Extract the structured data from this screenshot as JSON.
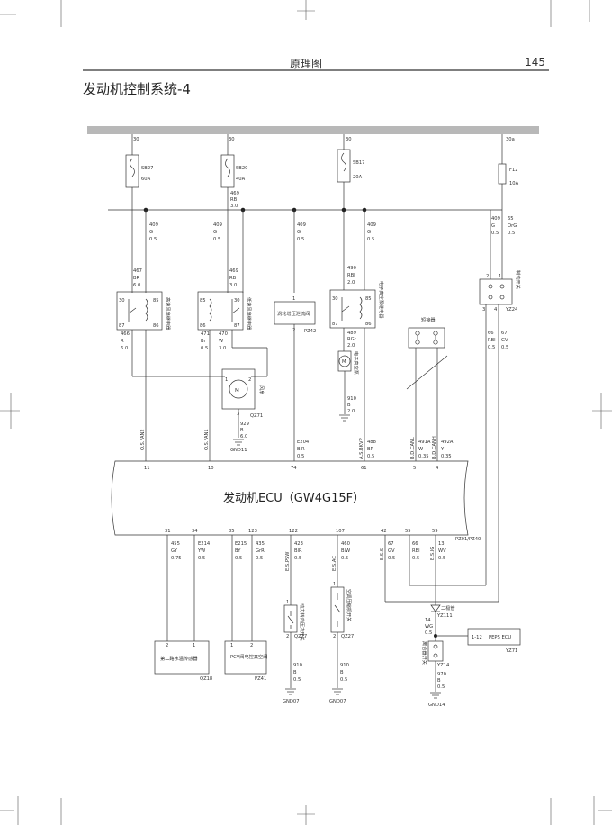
{
  "header": {
    "title": "原理图",
    "page": "145"
  },
  "section_title": "发动机控制系统-4",
  "ecu_label": "发动机ECU（GW4G15F）",
  "power_labels": {
    "p1": "30",
    "p2": "30",
    "p3": "30",
    "p4": "30a"
  },
  "fuses": [
    {
      "name": "SB27",
      "rating": "60A"
    },
    {
      "name": "SB20",
      "rating": "40A"
    },
    {
      "name": "SB17",
      "rating": "20A"
    },
    {
      "name": "F12",
      "rating": "10A"
    }
  ],
  "wires_top": {
    "w469a": [
      "469",
      "RB",
      "3.0"
    ],
    "w409a": [
      "409",
      "G",
      "0.5"
    ],
    "w409b": [
      "409",
      "G",
      "0.5"
    ],
    "w409c": [
      "409",
      "G",
      "0.5"
    ],
    "w409d": [
      "409",
      "G",
      "0.5"
    ],
    "w409e": [
      "409",
      "G",
      "0.5"
    ],
    "w65": [
      "65",
      "OrG",
      "0.5"
    ],
    "w467": [
      "467",
      "BR",
      "6.0"
    ],
    "w469b": [
      "469",
      "RB",
      "3.0"
    ],
    "w490": [
      "490",
      "RBl",
      "2.0"
    ]
  },
  "relays": {
    "r1": {
      "name": "高速风扇继电器",
      "pins": [
        "30",
        "85",
        "87",
        "86"
      ]
    },
    "r2": {
      "name": "低速风扇继电器",
      "pins": [
        "85",
        "30",
        "86",
        "87"
      ]
    },
    "r3": {
      "name": "电子真空泵继电器",
      "pins": [
        "30",
        "85",
        "87",
        "86"
      ]
    },
    "r4": {
      "name": "制动开关",
      "pins": [
        "2",
        "1",
        "3",
        "4"
      ],
      "conn": "YZ24"
    }
  },
  "valve": {
    "name": "涡轮增压泄流阀",
    "pin1": "1",
    "pin2": "2",
    "conn": "PZ42"
  },
  "shorting": {
    "name": "短接器"
  },
  "fan": {
    "name": "风扇",
    "conn": "QZ71",
    "pin1": "1",
    "pin2": "2",
    "pin3": "3",
    "ground": "GND11"
  },
  "fan_wires": {
    "w466": [
      "466",
      "R",
      "6.0"
    ],
    "w471": [
      "471",
      "Br",
      "0.5"
    ],
    "w470": [
      "470",
      "W",
      "3.0"
    ],
    "w929": [
      "929",
      "B",
      "6.0"
    ]
  },
  "vac_pump": {
    "name": "电子真空泵",
    "wire_in": [
      "489",
      "RGr",
      "2.0"
    ],
    "wire_out": [
      "910",
      "B",
      "2.0"
    ]
  },
  "signals_top": [
    {
      "sig": "O.S.FAN2",
      "pin": "11"
    },
    {
      "sig": "O.S.FAN1",
      "pin": "10"
    },
    {
      "sig": "",
      "pin": "74",
      "wire": [
        "E204",
        "BlR",
        "0.5"
      ]
    },
    {
      "sig": "A.S.BKVP",
      "pin": "61",
      "wire": [
        "488",
        "BR",
        "0.5"
      ]
    },
    {
      "sig": "B.D.CANL",
      "pin": "5",
      "wire": [
        "491A",
        "W",
        "0.35"
      ]
    },
    {
      "sig": "B.D.CANH",
      "pin": "4",
      "wire": [
        "492A",
        "Y",
        "0.35"
      ]
    }
  ],
  "brake_wires": {
    "w66": [
      "66",
      "RBl",
      "0.5"
    ],
    "w67": [
      "67",
      "GV",
      "0.5"
    ]
  },
  "pins_bottom": {
    "p31": {
      "pin": "31",
      "sig": "",
      "wire": [
        "455",
        "GY",
        "0.75"
      ]
    },
    "p34": {
      "pin": "34",
      "sig": "",
      "wire": [
        "E214",
        "YW",
        "0.5"
      ]
    },
    "p85": {
      "pin": "85",
      "sig": "",
      "wire": [
        "E215",
        "BY",
        "0.5"
      ]
    },
    "p123": {
      "pin": "123",
      "sig": "",
      "wire": [
        "435",
        "GrR",
        "0.5"
      ]
    },
    "p122": {
      "pin": "122",
      "sig": "E.S.PSW",
      "wire": [
        "423",
        "BlR",
        "0.5"
      ]
    },
    "p107": {
      "pin": "107",
      "sig": "E.S.AC",
      "wire": [
        "460",
        "BlW",
        "0.5"
      ]
    },
    "p42": {
      "pin": "42",
      "sig": "E.S.S",
      "wire": [
        "67",
        "GV",
        "0.5"
      ]
    },
    "p55": {
      "pin": "55",
      "sig": "",
      "wire": [
        "66",
        "RBl",
        "0.5"
      ]
    },
    "p59": {
      "pin": "59",
      "sig": "E.S.IG",
      "wire": [
        "13",
        "WV",
        "0.5"
      ]
    }
  },
  "ecu_conn": "PZ01/PZ40",
  "bottom_components": {
    "o2": {
      "name": "第二路水温传感器",
      "conn": "QZ18",
      "pin1": "2",
      "pin2": "1"
    },
    "pcv": {
      "name": "PCV阀电控真空阀",
      "conn": "PZ41",
      "pin1": "1",
      "pin2": "2"
    },
    "psw": {
      "name": "动力转向压力开关",
      "conn": "QZ27",
      "pin1": "1",
      "pin2": "2",
      "wire": [
        "910",
        "B",
        "0.5"
      ],
      "ground": "GND07"
    },
    "ac": {
      "name": "空调压缩机开关",
      "conn": "QZ27",
      "pin1": "1",
      "pin2": "2",
      "wire": [
        "910",
        "B",
        "0.5"
      ],
      "ground": "GND07"
    },
    "diode": {
      "name": "二极管",
      "conn": "YZ111"
    },
    "peps": {
      "name": "PEPS ECU",
      "pin": "1-12",
      "conn": "YZ71"
    },
    "clutch": {
      "name": "离合器开关",
      "conn": "YZ14",
      "wire_in": [
        "14",
        "WG",
        "0.5"
      ],
      "wire_out": [
        "970",
        "B",
        "0.5"
      ],
      "ground": "GND14"
    }
  }
}
